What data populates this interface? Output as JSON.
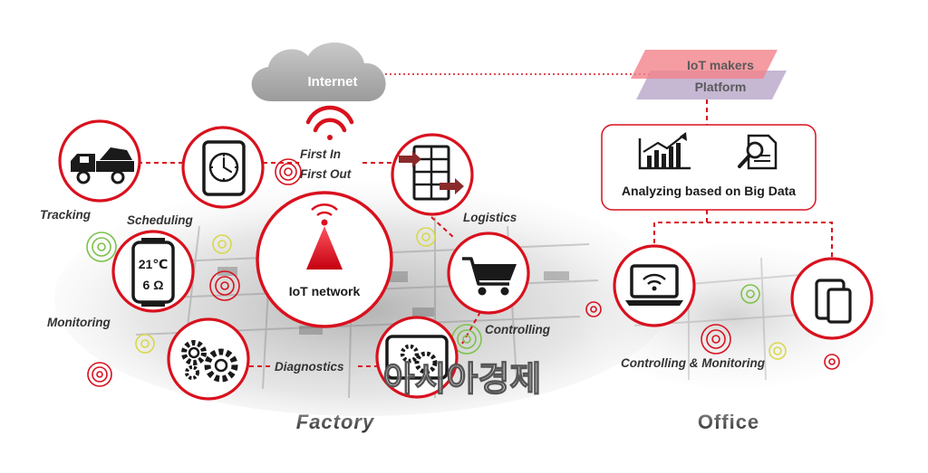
{
  "cloud": {
    "label": "Internet"
  },
  "platform": {
    "line1": "IoT makers",
    "line2": "Platform"
  },
  "bigdata": {
    "label": "Analyzing based on Big Data"
  },
  "hub": {
    "label": "IoT network",
    "fifo_line1": "First In",
    "fifo_line2": "First Out"
  },
  "nodes": {
    "tracking": "Tracking",
    "scheduling": "Scheduling",
    "logistics": "Logistics",
    "monitoring": "Monitoring",
    "monitoring_temp": "21℃",
    "monitoring_res": "6 Ω",
    "controlling": "Controlling",
    "diagnostics": "Diagnostics",
    "office_control": "Controlling & Monitoring"
  },
  "sections": {
    "factory": "Factory",
    "office": "Office"
  },
  "watermark": "아시아경제",
  "colors": {
    "accent": "#d9111e",
    "cloud": "#a8a8a8",
    "platform_pink": "#f08a92",
    "platform_purple": "#b7a4c8"
  }
}
